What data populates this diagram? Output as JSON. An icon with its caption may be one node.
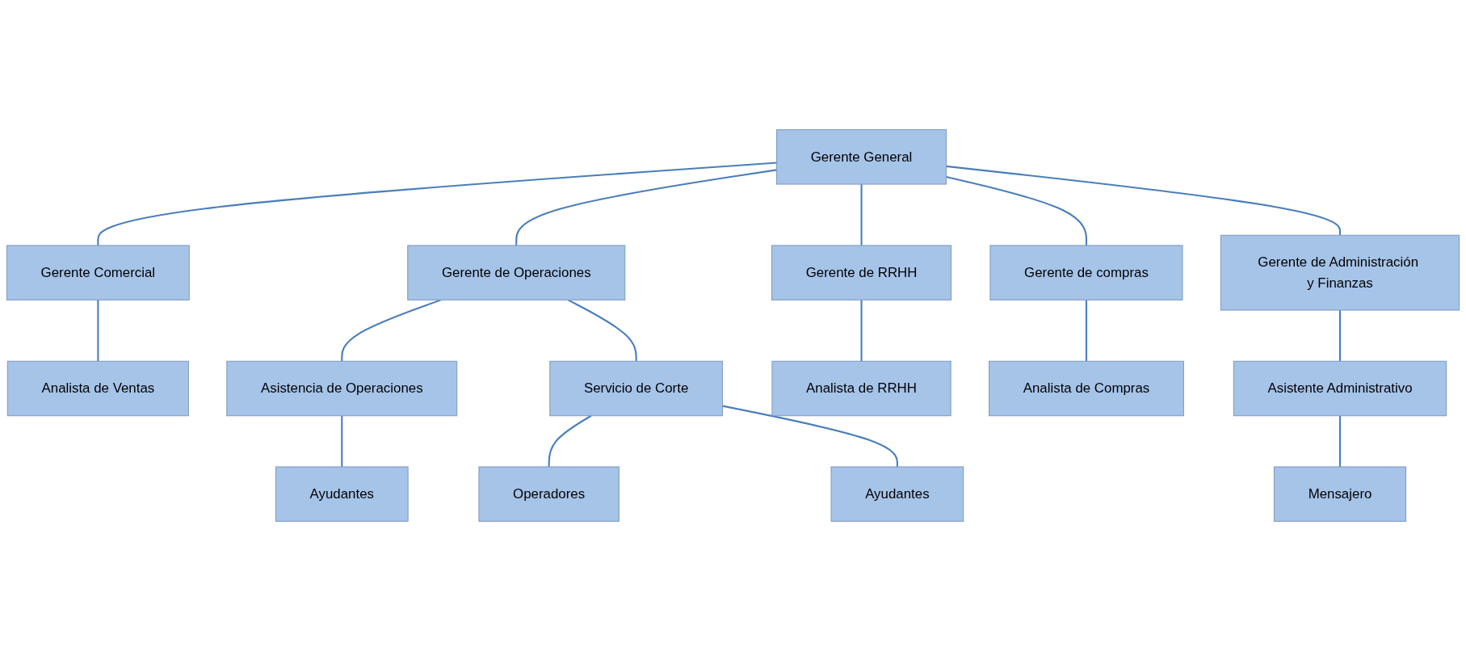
{
  "diagram": {
    "nodes": [
      {
        "text": [
          "Gerente General"
        ]
      },
      {
        "text": [
          "Gerente Comercial"
        ]
      },
      {
        "text": [
          "Gerente de Operaciones"
        ]
      },
      {
        "text": [
          "Gerente de RRHH"
        ]
      },
      {
        "text": [
          "Gerente de compras"
        ]
      },
      {
        "text": [
          "Gerente de Administración y Finanzas"
        ]
      },
      {
        "text": [
          "Analista de Ventas"
        ]
      },
      {
        "text": [
          "Asistencia de Operaciones"
        ]
      },
      {
        "text": [
          "Servicio de Corte"
        ]
      },
      {
        "text": [
          "Analista de RRHH"
        ]
      },
      {
        "text": [
          "Analista de Compras"
        ]
      },
      {
        "text": [
          "Asistente Administrativo"
        ]
      },
      {
        "text": [
          "Ayudantes"
        ]
      },
      {
        "text": [
          "Operadores"
        ]
      },
      {
        "text": [
          "Ayudantes"
        ]
      },
      {
        "text": [
          "Mensajero"
        ]
      }
    ],
    "edges": [
      {
        "from": 0,
        "to": 1,
        "arrow": "none"
      },
      {
        "from": 0,
        "to": 2,
        "arrow": "none"
      },
      {
        "from": 0,
        "to": 3,
        "arrow": "none"
      },
      {
        "from": 0,
        "to": 4,
        "arrow": "none"
      },
      {
        "from": 0,
        "to": 5,
        "arrow": "none"
      },
      {
        "from": 1,
        "to": 6,
        "arrow": "none"
      },
      {
        "from": 2,
        "to": 7,
        "arrow": "none"
      },
      {
        "from": 2,
        "to": 8,
        "arrow": "none"
      },
      {
        "from": 3,
        "to": 9,
        "arrow": "none"
      },
      {
        "from": 4,
        "to": 10,
        "arrow": "none"
      },
      {
        "from": 5,
        "to": 11,
        "arrow": "none"
      },
      {
        "from": 7,
        "to": 12,
        "arrow": "none"
      },
      {
        "from": 8,
        "to": 13,
        "arrow": "none"
      },
      {
        "from": 8,
        "to": 14,
        "arrow": "none"
      },
      {
        "from": 11,
        "to": 15,
        "arrow": "none"
      }
    ]
  }
}
